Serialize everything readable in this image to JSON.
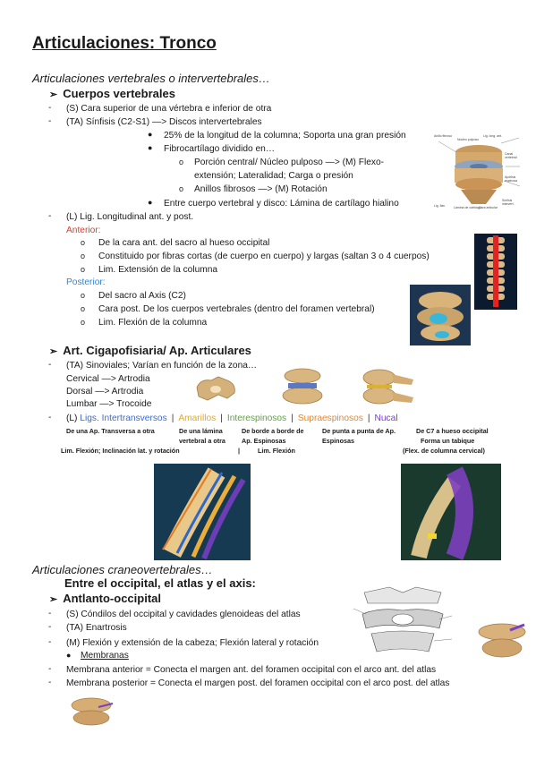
{
  "title": "Articulaciones: Tronco",
  "sec1": "Articulaciones vertebrales o intervertebrales…",
  "cuerpos": {
    "heading": "Cuerpos vertebrales",
    "l1": "(S) Cara superior de una vértebra e inferior de otra",
    "l2": "(TA) Sínfisis (C2-S1) —> Discos intervertebrales",
    "b1": "25% de la longitud de la columna; Soporta una gran presión",
    "b2": "Fibrocartílago dividido en…",
    "c1a": "Porción central/ Núcleo pulposo —> (M) Flexo-",
    "c1b": "extensión; Lateralidad; Carga o presión",
    "c2": "Anillos fibrosos —> (M) Rotación",
    "b3": "Entre cuerpo vertebral y disco: Lámina de cartílago hialino",
    "l3": "(L) Lig. Longitudinal ant. y post.",
    "anterior": "Anterior",
    "a1": "De la cara ant. del sacro al hueso occipital",
    "a2": "Constituido por fibras cortas (de cuerpo en cuerpo) y largas (saltan 3 o 4 cuerpos)",
    "a3": "Lim. Extensión de la columna",
    "posterior": "Posterior",
    "p1": "Del sacro al Axis (C2)",
    "p2": "Cara post. De los cuerpos vertebrales (dentro del foramen vertebral)",
    "p3": "Lim. Flexión de la columna"
  },
  "diagram1": {
    "labels": [
      "Anillo fibroso",
      "Núcleo pulposo",
      "Lig. long. ant.",
      "Canal vertebral",
      "Apófisis espinosa",
      "Lig. flav.",
      "Lámina de cartílago",
      "Cara articular",
      "Sínfisis intervert."
    ]
  },
  "cigapo": {
    "heading": "Art. Cigapofisiaria/ Ap. Articulares",
    "l1": "(TA) Sinoviales; Varían en función de la zona…",
    "cervical": "Cervical —> Artrodia",
    "dorsal": "Dorsal —> Artrodia",
    "lumbar": "Lumbar —> Trocoide",
    "lig_prefix": "(L)",
    "ligs": [
      "Ligs. Intertransversos",
      "Amarillos",
      "Interespinosos",
      "Supraespinosos",
      "Nucal"
    ],
    "d1": "De una Ap. Transversa a otra",
    "d2a": "De una lámina",
    "d2b": "vertebral a otra",
    "d3a": "De borde a borde de",
    "d3b": "Ap. Espinosas",
    "d4a": "De punta a punta de Ap.",
    "d4b": "Espinosas",
    "d5a": "De C7 a hueso occipital",
    "d5b": "Forma un tabique",
    "d5c": "(Flex. de columna cervical)",
    "lim1": "Lim. Flexión; Inclinación lat. y rotación",
    "bar": "|",
    "lim2": "Lim. Flexión"
  },
  "sec2": "Articulaciones craneovertebrales…",
  "cranio": {
    "intro": "Entre el occipital, el atlas y el axis:",
    "heading": "Antlanto-occipital",
    "l1": "(S) Cóndilos del occipital y cavidades glenoideas del atlas",
    "l2": "(TA) Enartrosis",
    "l3": "(M) Flexión y extensión de la cabeza; Flexión lateral y rotación",
    "memb": "Membranas",
    "l4": "Membrana anterior = Conecta el margen ant. del foramen occipital con el arco ant. del atlas",
    "l5": "Membrana posterior = Conecta el margen post. del foramen occipital con el arco post. del atlas"
  },
  "icons": {
    "arrow": "arrow-bullet-icon",
    "dash": "dash-bullet",
    "dot": "dot-bullet",
    "circle": "circle-bullet"
  },
  "colors": {
    "red": "#e03b2c",
    "blue": "#2e86d8",
    "intertransversos": "#3d6bd0",
    "amarillos": "#f1a800",
    "interespinosos": "#5aa63a",
    "supraespinosos": "#e9862a",
    "nucal": "#7a3fc4"
  }
}
